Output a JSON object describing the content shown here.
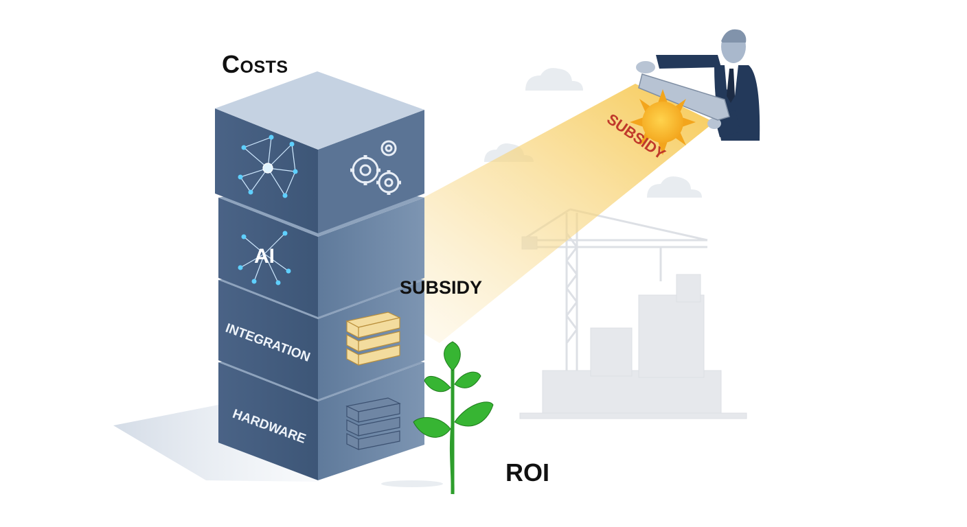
{
  "title": "Costs",
  "stack": {
    "layers": [
      {
        "label": "",
        "icon": "neural-network-and-gears-icon"
      },
      {
        "label": "AI",
        "icon": "ai-chip-icon"
      },
      {
        "label": "INTEGRATION",
        "icon": "server-stack-icon"
      },
      {
        "label": "HARDWARE",
        "icon": "server-rack-icon"
      }
    ]
  },
  "beam": {
    "label_center": "SUBSIDY",
    "label_sun": "SUBSIDY"
  },
  "sprout": {
    "label": "ROI"
  },
  "colors": {
    "block_dark": "#3f5878",
    "block_top": "#c5d2e2",
    "beam": "#f6c64a",
    "sun": "#f3a51c",
    "subsidy_red": "#c0392b",
    "leaf": "#2e9e2c",
    "background_city": "#e6e8ec"
  }
}
